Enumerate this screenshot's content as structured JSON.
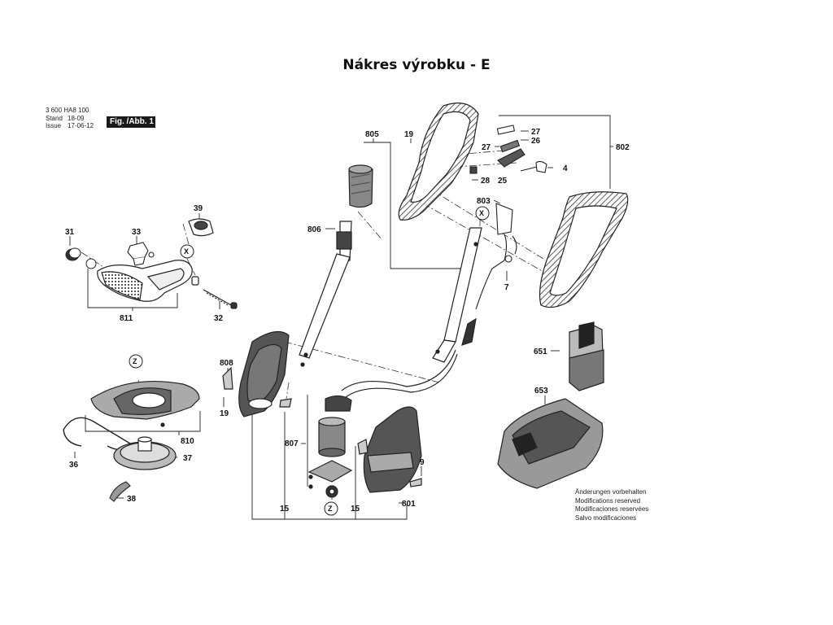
{
  "title": "Nákres výrobku - E",
  "meta": {
    "part_number": "3 600 HA8 100",
    "stand_label": "Stand",
    "stand_value": "18-09",
    "issue_label": "Issue",
    "issue_value": "17-06-12",
    "figure_label": "Fig. /Abb. 1"
  },
  "callouts": {
    "p31": "31",
    "p33": "33",
    "p39": "39",
    "p32": "32",
    "p811": "811",
    "p805": "805",
    "p806": "806",
    "p19a": "19",
    "p19b": "19",
    "p27a": "27",
    "p27b": "27",
    "p26": "26",
    "p25": "25",
    "p28": "28",
    "p4": "4",
    "p802": "802",
    "p803": "803",
    "p7": "7",
    "p651": "651",
    "p653": "653",
    "p808": "808",
    "p810": "810",
    "p36": "36",
    "p37": "37",
    "p38": "38",
    "p807": "807",
    "p15a": "15",
    "p15b": "15",
    "p801": "801",
    "p9": "9"
  },
  "markers": {
    "x1": "X",
    "x2": "X",
    "z1": "Z",
    "z2": "Z"
  },
  "notice": [
    "Änderungen vorbehalten",
    "Modifications reserved",
    "Modificaciones reservées",
    "Salvo modificaciones"
  ]
}
